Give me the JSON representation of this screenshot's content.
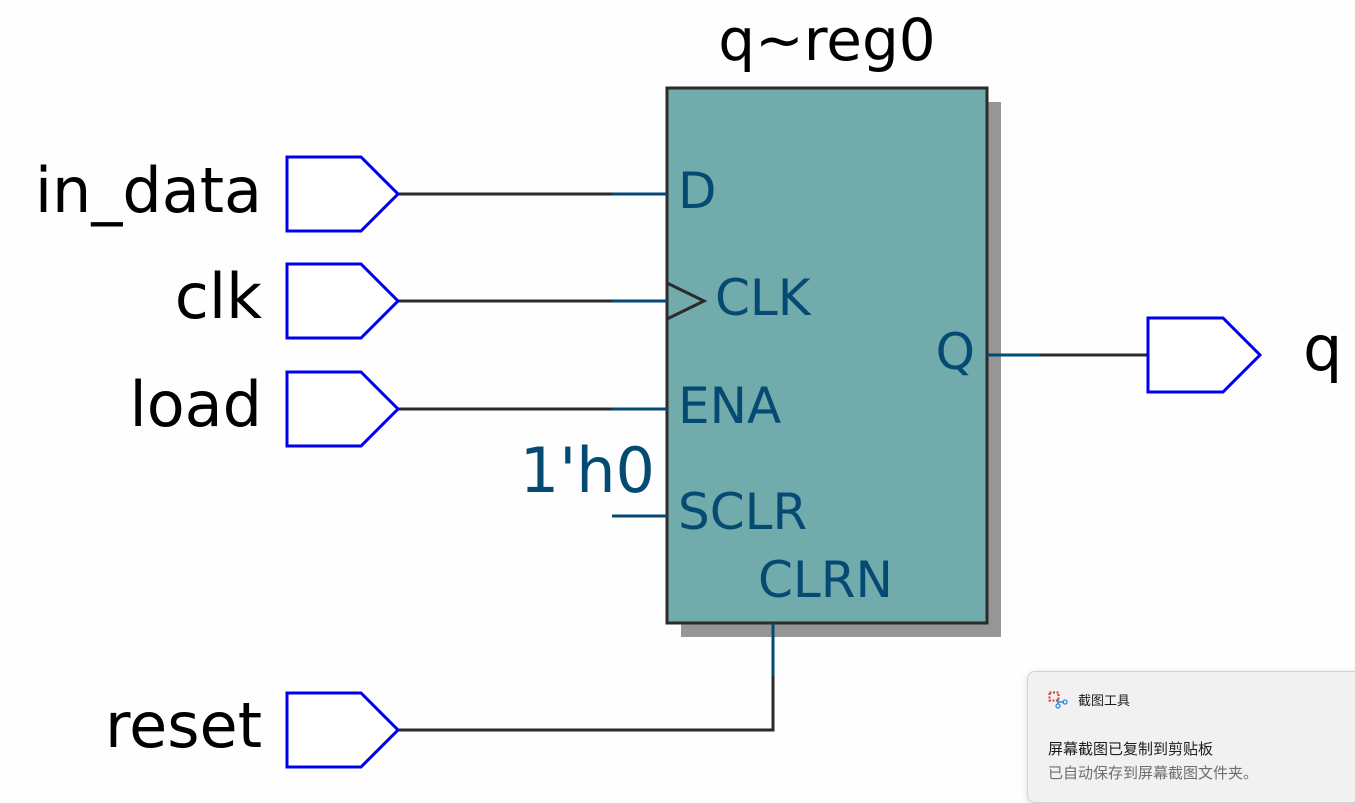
{
  "diagram": {
    "register": {
      "name": "q~reg0",
      "fill_color": "#72abab",
      "border_color": "#2b2b2b",
      "shadow_color": "#969696",
      "pins": {
        "d": "D",
        "clk": "CLK",
        "ena": "ENA",
        "sclr": "SCLR",
        "clrn": "CLRN",
        "q": "Q"
      }
    },
    "inputs": [
      {
        "name": "in_data",
        "connects_to": "D"
      },
      {
        "name": "clk",
        "connects_to": "CLK"
      },
      {
        "name": "load",
        "connects_to": "ENA"
      },
      {
        "name": "reset",
        "connects_to": "CLRN"
      }
    ],
    "outputs": [
      {
        "name": "q",
        "connects_from": "Q"
      }
    ],
    "constants": [
      {
        "value": "1'h0",
        "connects_to": "SCLR"
      }
    ],
    "colors": {
      "port_outline": "#0000ee",
      "wire": "#2b2b2b",
      "pin_wire": "#054a73",
      "pin_text": "#054a73"
    }
  },
  "notification": {
    "app_name": "截图工具",
    "icon": "snipping-tool-icon",
    "title": "屏幕截图已复制到剪贴板",
    "body": "已自动保存到屏幕截图文件夹。"
  }
}
